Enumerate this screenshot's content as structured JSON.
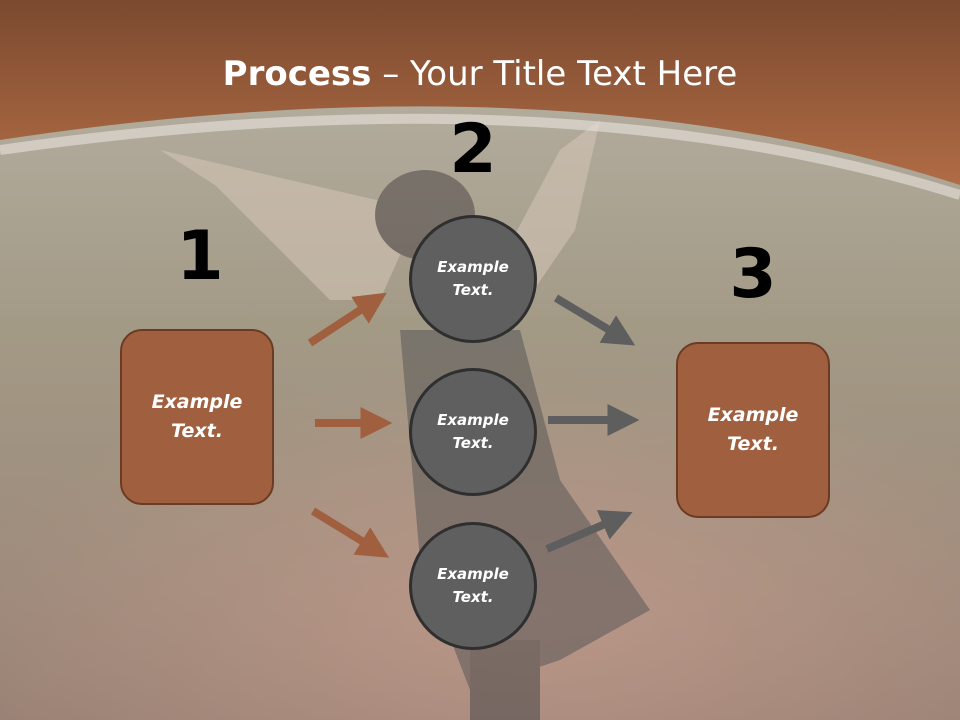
{
  "title": {
    "bold": "Process",
    "dash": " – ",
    "rest": "Your Title Text Here"
  },
  "steps": {
    "n1": "1",
    "n2": "2",
    "n3": "3"
  },
  "left_box": {
    "text": "Example\nText."
  },
  "right_box": {
    "text": "Example\nText."
  },
  "circles": [
    {
      "text": "Example\nText."
    },
    {
      "text": "Example\nText."
    },
    {
      "text": "Example\nText."
    }
  ],
  "colors": {
    "header": "#a85f3a",
    "box_fill": "#a0603f",
    "circle_fill": "#5f5f5f",
    "arrow_brown": "#a0603f",
    "arrow_gray": "#5e5e5e"
  }
}
